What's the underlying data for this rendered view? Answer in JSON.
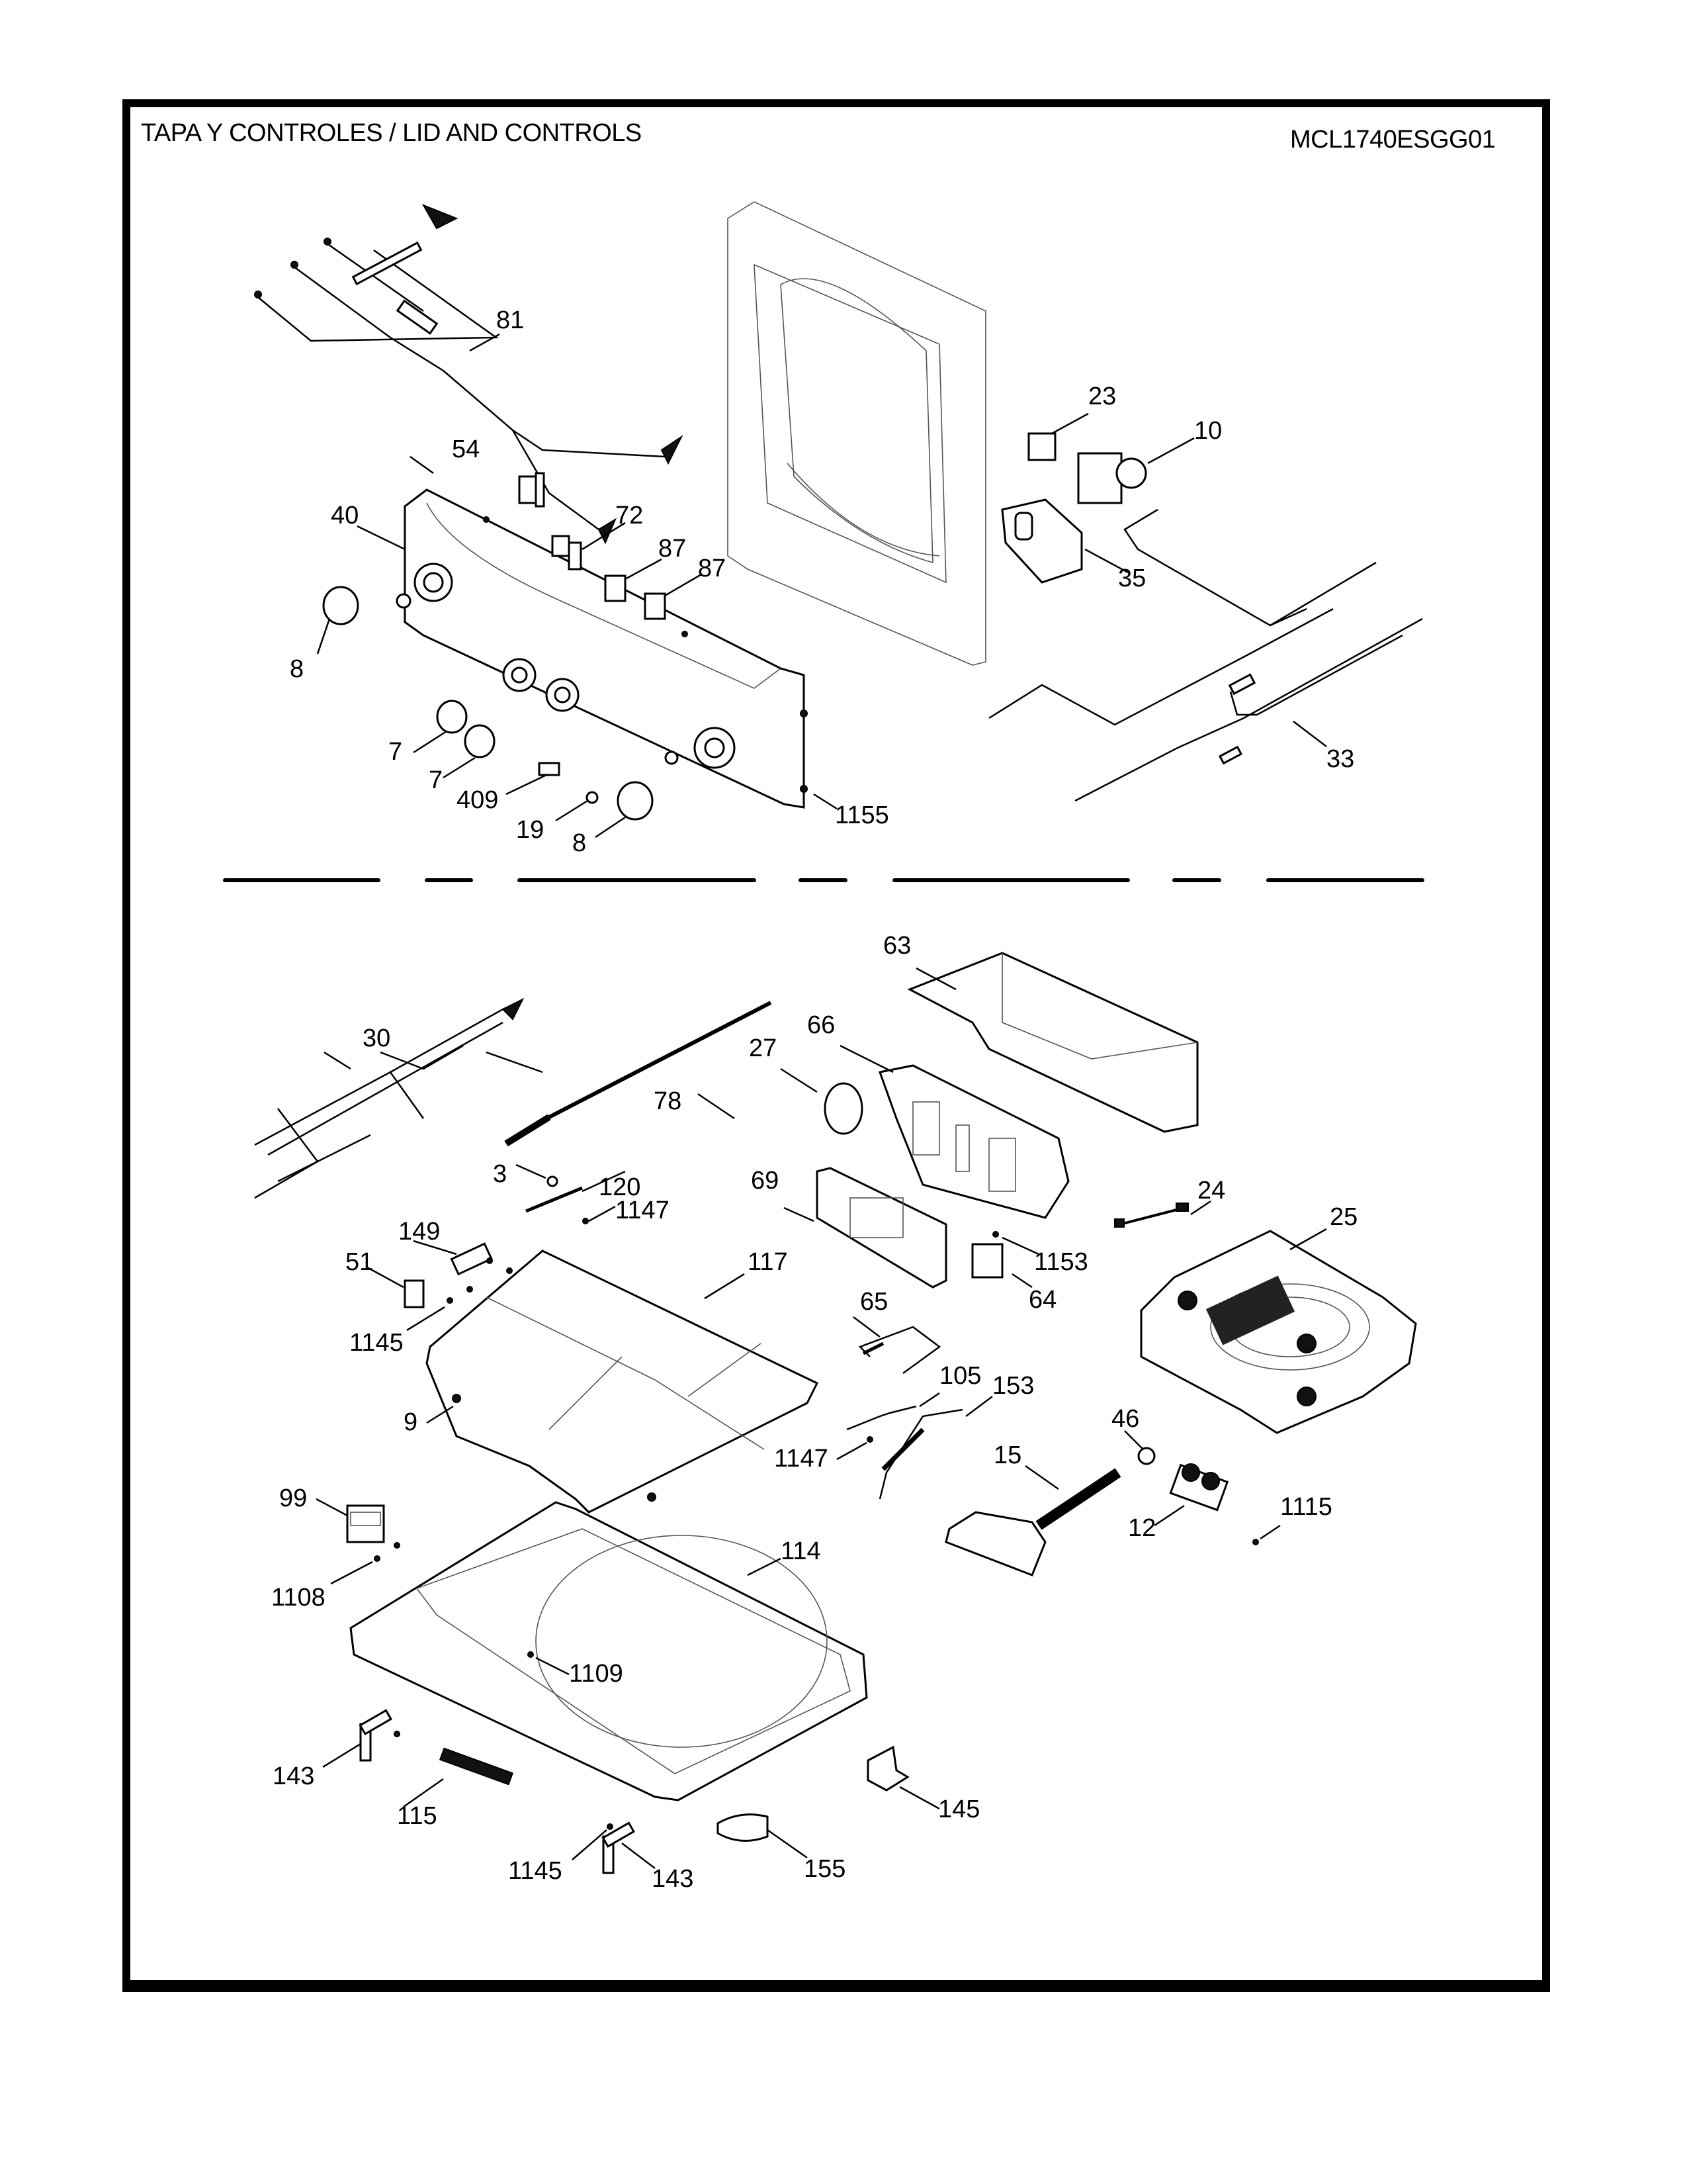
{
  "header": {
    "title": "TAPA Y  CONTROLES / LID AND CONTROLS",
    "model": "MCL1740ESGG01"
  },
  "callouts": [
    {
      "id": "81",
      "label": "81"
    },
    {
      "id": "54",
      "label": "54"
    },
    {
      "id": "40",
      "label": "40"
    },
    {
      "id": "72",
      "label": "72"
    },
    {
      "id": "87a",
      "label": "87"
    },
    {
      "id": "87b",
      "label": "87"
    },
    {
      "id": "8a",
      "label": "8"
    },
    {
      "id": "7a",
      "label": "7"
    },
    {
      "id": "7b",
      "label": "7"
    },
    {
      "id": "409",
      "label": "409"
    },
    {
      "id": "19",
      "label": "19"
    },
    {
      "id": "8b",
      "label": "8"
    },
    {
      "id": "1155",
      "label": "1155"
    },
    {
      "id": "23",
      "label": "23"
    },
    {
      "id": "10",
      "label": "10"
    },
    {
      "id": "35",
      "label": "35"
    },
    {
      "id": "33",
      "label": "33"
    },
    {
      "id": "63",
      "label": "63"
    },
    {
      "id": "66",
      "label": "66"
    },
    {
      "id": "27",
      "label": "27"
    },
    {
      "id": "30",
      "label": "30"
    },
    {
      "id": "78",
      "label": "78"
    },
    {
      "id": "69",
      "label": "69"
    },
    {
      "id": "3",
      "label": "3"
    },
    {
      "id": "120",
      "label": "120"
    },
    {
      "id": "1147a",
      "label": "1147"
    },
    {
      "id": "149",
      "label": "149"
    },
    {
      "id": "51",
      "label": "51"
    },
    {
      "id": "1145a",
      "label": "1145"
    },
    {
      "id": "117",
      "label": "117"
    },
    {
      "id": "24",
      "label": "24"
    },
    {
      "id": "25",
      "label": "25"
    },
    {
      "id": "1153",
      "label": "1153"
    },
    {
      "id": "64",
      "label": "64"
    },
    {
      "id": "65",
      "label": "65"
    },
    {
      "id": "9",
      "label": "9"
    },
    {
      "id": "105",
      "label": "105"
    },
    {
      "id": "153",
      "label": "153"
    },
    {
      "id": "1147b",
      "label": "1147"
    },
    {
      "id": "46",
      "label": "46"
    },
    {
      "id": "15",
      "label": "15"
    },
    {
      "id": "12",
      "label": "12"
    },
    {
      "id": "1115",
      "label": "1115"
    },
    {
      "id": "99",
      "label": "99"
    },
    {
      "id": "114",
      "label": "114"
    },
    {
      "id": "1108",
      "label": "1108"
    },
    {
      "id": "1109",
      "label": "1109"
    },
    {
      "id": "143a",
      "label": "143"
    },
    {
      "id": "115",
      "label": "115"
    },
    {
      "id": "145",
      "label": "145"
    },
    {
      "id": "1145b",
      "label": "1145"
    },
    {
      "id": "143b",
      "label": "143"
    },
    {
      "id": "155",
      "label": "155"
    }
  ]
}
